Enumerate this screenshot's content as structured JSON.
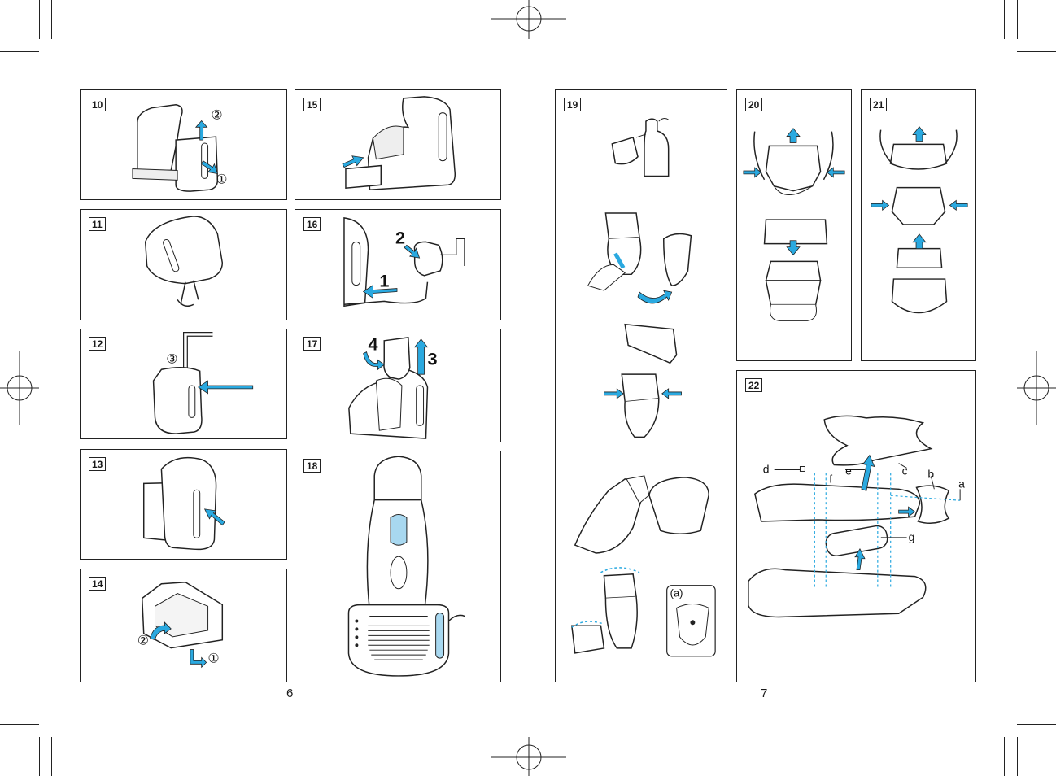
{
  "page_numbers": {
    "left": "6",
    "right": "7"
  },
  "panels": {
    "p10": {
      "label": "10",
      "callouts": [
        "②",
        "①"
      ]
    },
    "p11": {
      "label": "11"
    },
    "p12": {
      "label": "12",
      "callouts": [
        "③"
      ]
    },
    "p13": {
      "label": "13"
    },
    "p14": {
      "label": "14",
      "callouts": [
        "②",
        "①"
      ]
    },
    "p15": {
      "label": "15"
    },
    "p16": {
      "label": "16",
      "callouts": [
        "2",
        "1"
      ]
    },
    "p17": {
      "label": "17",
      "callouts": [
        "4",
        "3"
      ]
    },
    "p18": {
      "label": "18"
    },
    "p19": {
      "label": "19",
      "callouts": [
        "(a)"
      ]
    },
    "p20": {
      "label": "20"
    },
    "p21": {
      "label": "21"
    },
    "p22": {
      "label": "22",
      "callouts": [
        "d",
        "e",
        "c",
        "b",
        "a",
        "f",
        "g"
      ]
    }
  },
  "colors": {
    "accent_blue": "#2aa9e0",
    "line": "#222222"
  },
  "icons": [
    "registration-mark-icon",
    "crop-mark-icon",
    "direction-arrow-icon"
  ]
}
